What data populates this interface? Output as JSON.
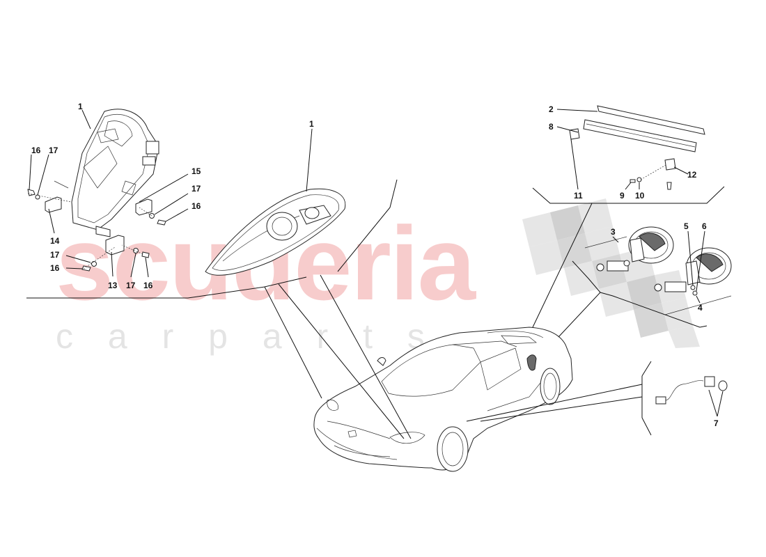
{
  "watermark": {
    "brand": "scuderia",
    "subtitle": "c a r   p a r t s"
  },
  "callouts": [
    {
      "id": "c1a",
      "text": "1"
    },
    {
      "id": "c16a",
      "text": "16"
    },
    {
      "id": "c17a",
      "text": "17"
    },
    {
      "id": "c14",
      "text": "14"
    },
    {
      "id": "c15",
      "text": "15"
    },
    {
      "id": "c17b",
      "text": "17"
    },
    {
      "id": "c16b",
      "text": "16"
    },
    {
      "id": "c17c",
      "text": "17"
    },
    {
      "id": "c16c",
      "text": "16"
    },
    {
      "id": "c13",
      "text": "13"
    },
    {
      "id": "c17d",
      "text": "17"
    },
    {
      "id": "c16d",
      "text": "16"
    },
    {
      "id": "c1b",
      "text": "1"
    },
    {
      "id": "c2",
      "text": "2"
    },
    {
      "id": "c8",
      "text": "8"
    },
    {
      "id": "c11",
      "text": "11"
    },
    {
      "id": "c9",
      "text": "9"
    },
    {
      "id": "c10",
      "text": "10"
    },
    {
      "id": "c12",
      "text": "12"
    },
    {
      "id": "c3",
      "text": "3"
    },
    {
      "id": "c5",
      "text": "5"
    },
    {
      "id": "c6",
      "text": "6"
    },
    {
      "id": "c4",
      "text": "4"
    },
    {
      "id": "c7",
      "text": "7"
    }
  ]
}
